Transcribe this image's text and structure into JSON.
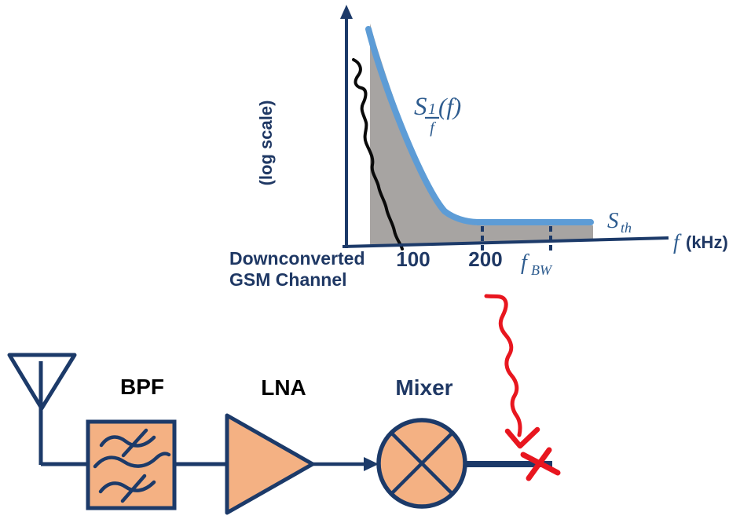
{
  "colors": {
    "navy": "#1c3a69",
    "text_navy": "#1f3864",
    "math_blue": "#2e5c8f",
    "curve_blue": "#5d9cd6",
    "shade_gray": "#a7a4a2",
    "block_peach": "#f4b183",
    "annotation_red": "#e8161f",
    "trace_black": "#0a0a0a"
  },
  "spectrum_plot": {
    "y_axis_label": "(log scale)",
    "flicker_label": {
      "s": "S",
      "num": "1",
      "den": "f",
      "arg": "(f)"
    },
    "thermal_label": {
      "s": "S",
      "sub": "th"
    },
    "x_axis": {
      "f": "f",
      "unit": "(kHz)"
    },
    "ticks": {
      "t100": "100",
      "t200": "200",
      "fbw_base": "f",
      "fbw_sub": "BW"
    },
    "caption": {
      "line1": "Downconverted",
      "line2": "GSM Channel"
    }
  },
  "receiver_chain": {
    "bpf_label": "BPF",
    "lna_label": "LNA",
    "mixer_label": "Mixer"
  }
}
